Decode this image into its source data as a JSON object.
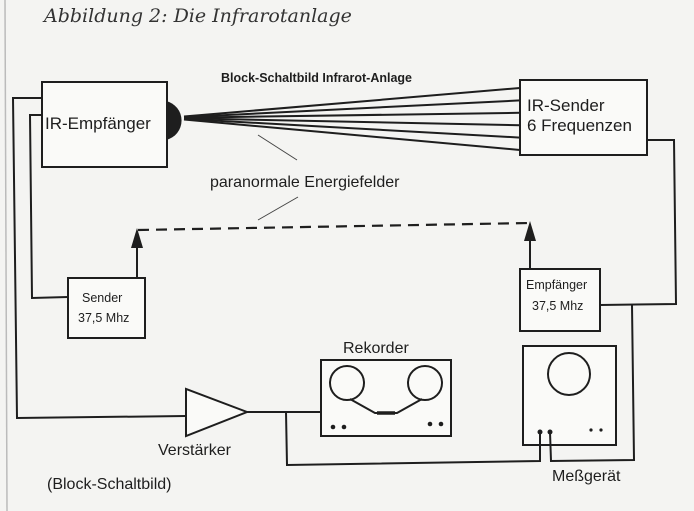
{
  "figure": {
    "caption": "Abbildung 2: Die Infrarotanlage",
    "title": "Block-Schaltbild Infrarot-Anlage",
    "footer_label": "(Block-Schaltbild)"
  },
  "components": {
    "ir_receiver": {
      "label": "IR-Empfänger"
    },
    "ir_sender": {
      "line1": "IR-Sender",
      "line2": "6 Frequenzen",
      "beam_count": 6
    },
    "sender": {
      "line1": "Sender",
      "line2": "37,5 Mhz"
    },
    "receiver": {
      "line1": "Empfänger",
      "line2": "37,5 Mhz"
    },
    "amplifier": {
      "label": "Verstärker"
    },
    "recorder": {
      "label": "Rekorder"
    },
    "meter": {
      "label": "Meßgerät"
    }
  },
  "annotations": {
    "energy_fields": "paranormale Energiefelder"
  },
  "colors": {
    "ink": "#1e1e1e",
    "paper": "#f4f4f2"
  }
}
